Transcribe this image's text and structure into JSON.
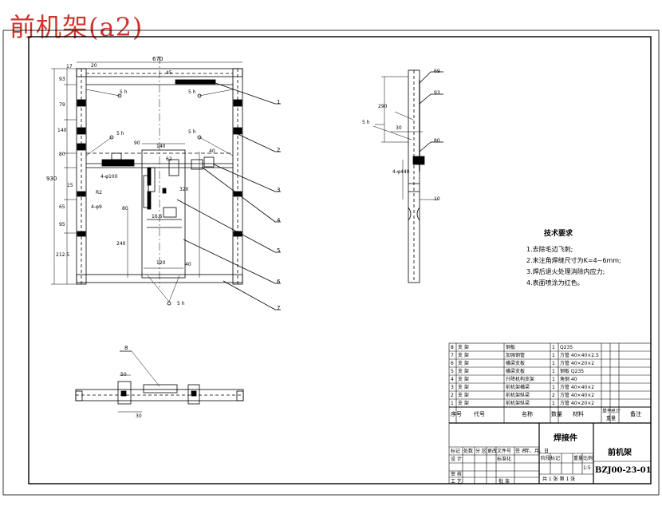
{
  "title": "前机架(a2)",
  "dims": {
    "d670": "670",
    "d20": "20",
    "d17": "17",
    "d93": "93",
    "d79": "79",
    "d140": "140",
    "d80": "80",
    "d930": "930",
    "d15": "15",
    "d65": "65",
    "d95": "95",
    "d212": "212.5",
    "d140b": "140",
    "d45": "45",
    "d320": "320",
    "d80b": "80",
    "d240": "240",
    "d120": "120",
    "d40": "40",
    "d40b": "40",
    "d50": "50",
    "d30": "30",
    "d4100": "4-φ100",
    "dR2": "R2",
    "d4o9": "4-φ9",
    "d90": "90",
    "d166": "16.6",
    "d62": "62",
    "d290": "290",
    "d30b": "30",
    "d4b440": "4-φ440",
    "d10": "10",
    "d69": "69",
    "d93b": "93",
    "d80c": "80",
    "d5h": "5 h"
  },
  "balloons": [
    "1",
    "2",
    "3",
    "4",
    "5",
    "6",
    "7",
    "8"
  ],
  "tech_requirements": {
    "heading": "技术要求",
    "items": [
      "1.去除毛边飞刺;",
      "2.未注角焊缝尺寸为K=4~6mm;",
      "3.焊后退火处理消除内应力;",
      "4.表面喷涂为红色。"
    ]
  },
  "bom": {
    "rows": [
      [
        "8",
        "支 架",
        "",
        "",
        "",
        "",
        "钢板",
        "1",
        "Q235",
        "",
        ""
      ],
      [
        "7",
        "支 架",
        "",
        "",
        "",
        "",
        "加强钢管",
        "1",
        "方管 40×40×2.5",
        "",
        ""
      ],
      [
        "6",
        "支 架",
        "",
        "",
        "",
        "",
        "横梁支板",
        "1",
        "方管 40×20×2",
        "",
        ""
      ],
      [
        "5",
        "支 架",
        "",
        "",
        "",
        "",
        "横梁支板",
        "1",
        "钢板 Q235",
        "",
        ""
      ],
      [
        "4",
        "支 架",
        "",
        "",
        "",
        "",
        "升降机构支架",
        "1",
        "角钢 40",
        "",
        ""
      ],
      [
        "3",
        "支 架",
        "",
        "",
        "",
        "",
        "前机架横梁",
        "1",
        "方管 40×40×2",
        "",
        ""
      ],
      [
        "2",
        "支 架",
        "",
        "",
        "",
        "",
        "前机架纵梁",
        "2",
        "方管 40×40×2",
        "",
        ""
      ],
      [
        "1",
        "支 架",
        "",
        "",
        "",
        "",
        "前机架纵梁",
        "1",
        "方管 40×20×2",
        "",
        ""
      ]
    ],
    "header": [
      "序号",
      "代号",
      "名称",
      "数量",
      "材料",
      "单件",
      "总计",
      "备注"
    ],
    "weight_label": "重量"
  },
  "title_block": {
    "part_type": "焊接件",
    "part_name": "前机架",
    "drawing_no": "BZJ00-23-01",
    "rev_labels": [
      "标记",
      "处数",
      "分 区",
      "更改文件号",
      "签 名",
      "年、月、日"
    ],
    "role_design": "设 计",
    "role_std": "标准化",
    "role_check": "审 核",
    "role_proc": "工 艺",
    "role_approve": "批 准",
    "stage_label": "阶段标记",
    "weight_label": "重量",
    "scale_label": "比例",
    "scale_value": "1:5",
    "sheet_text": "共 1 张  第 1 张"
  }
}
